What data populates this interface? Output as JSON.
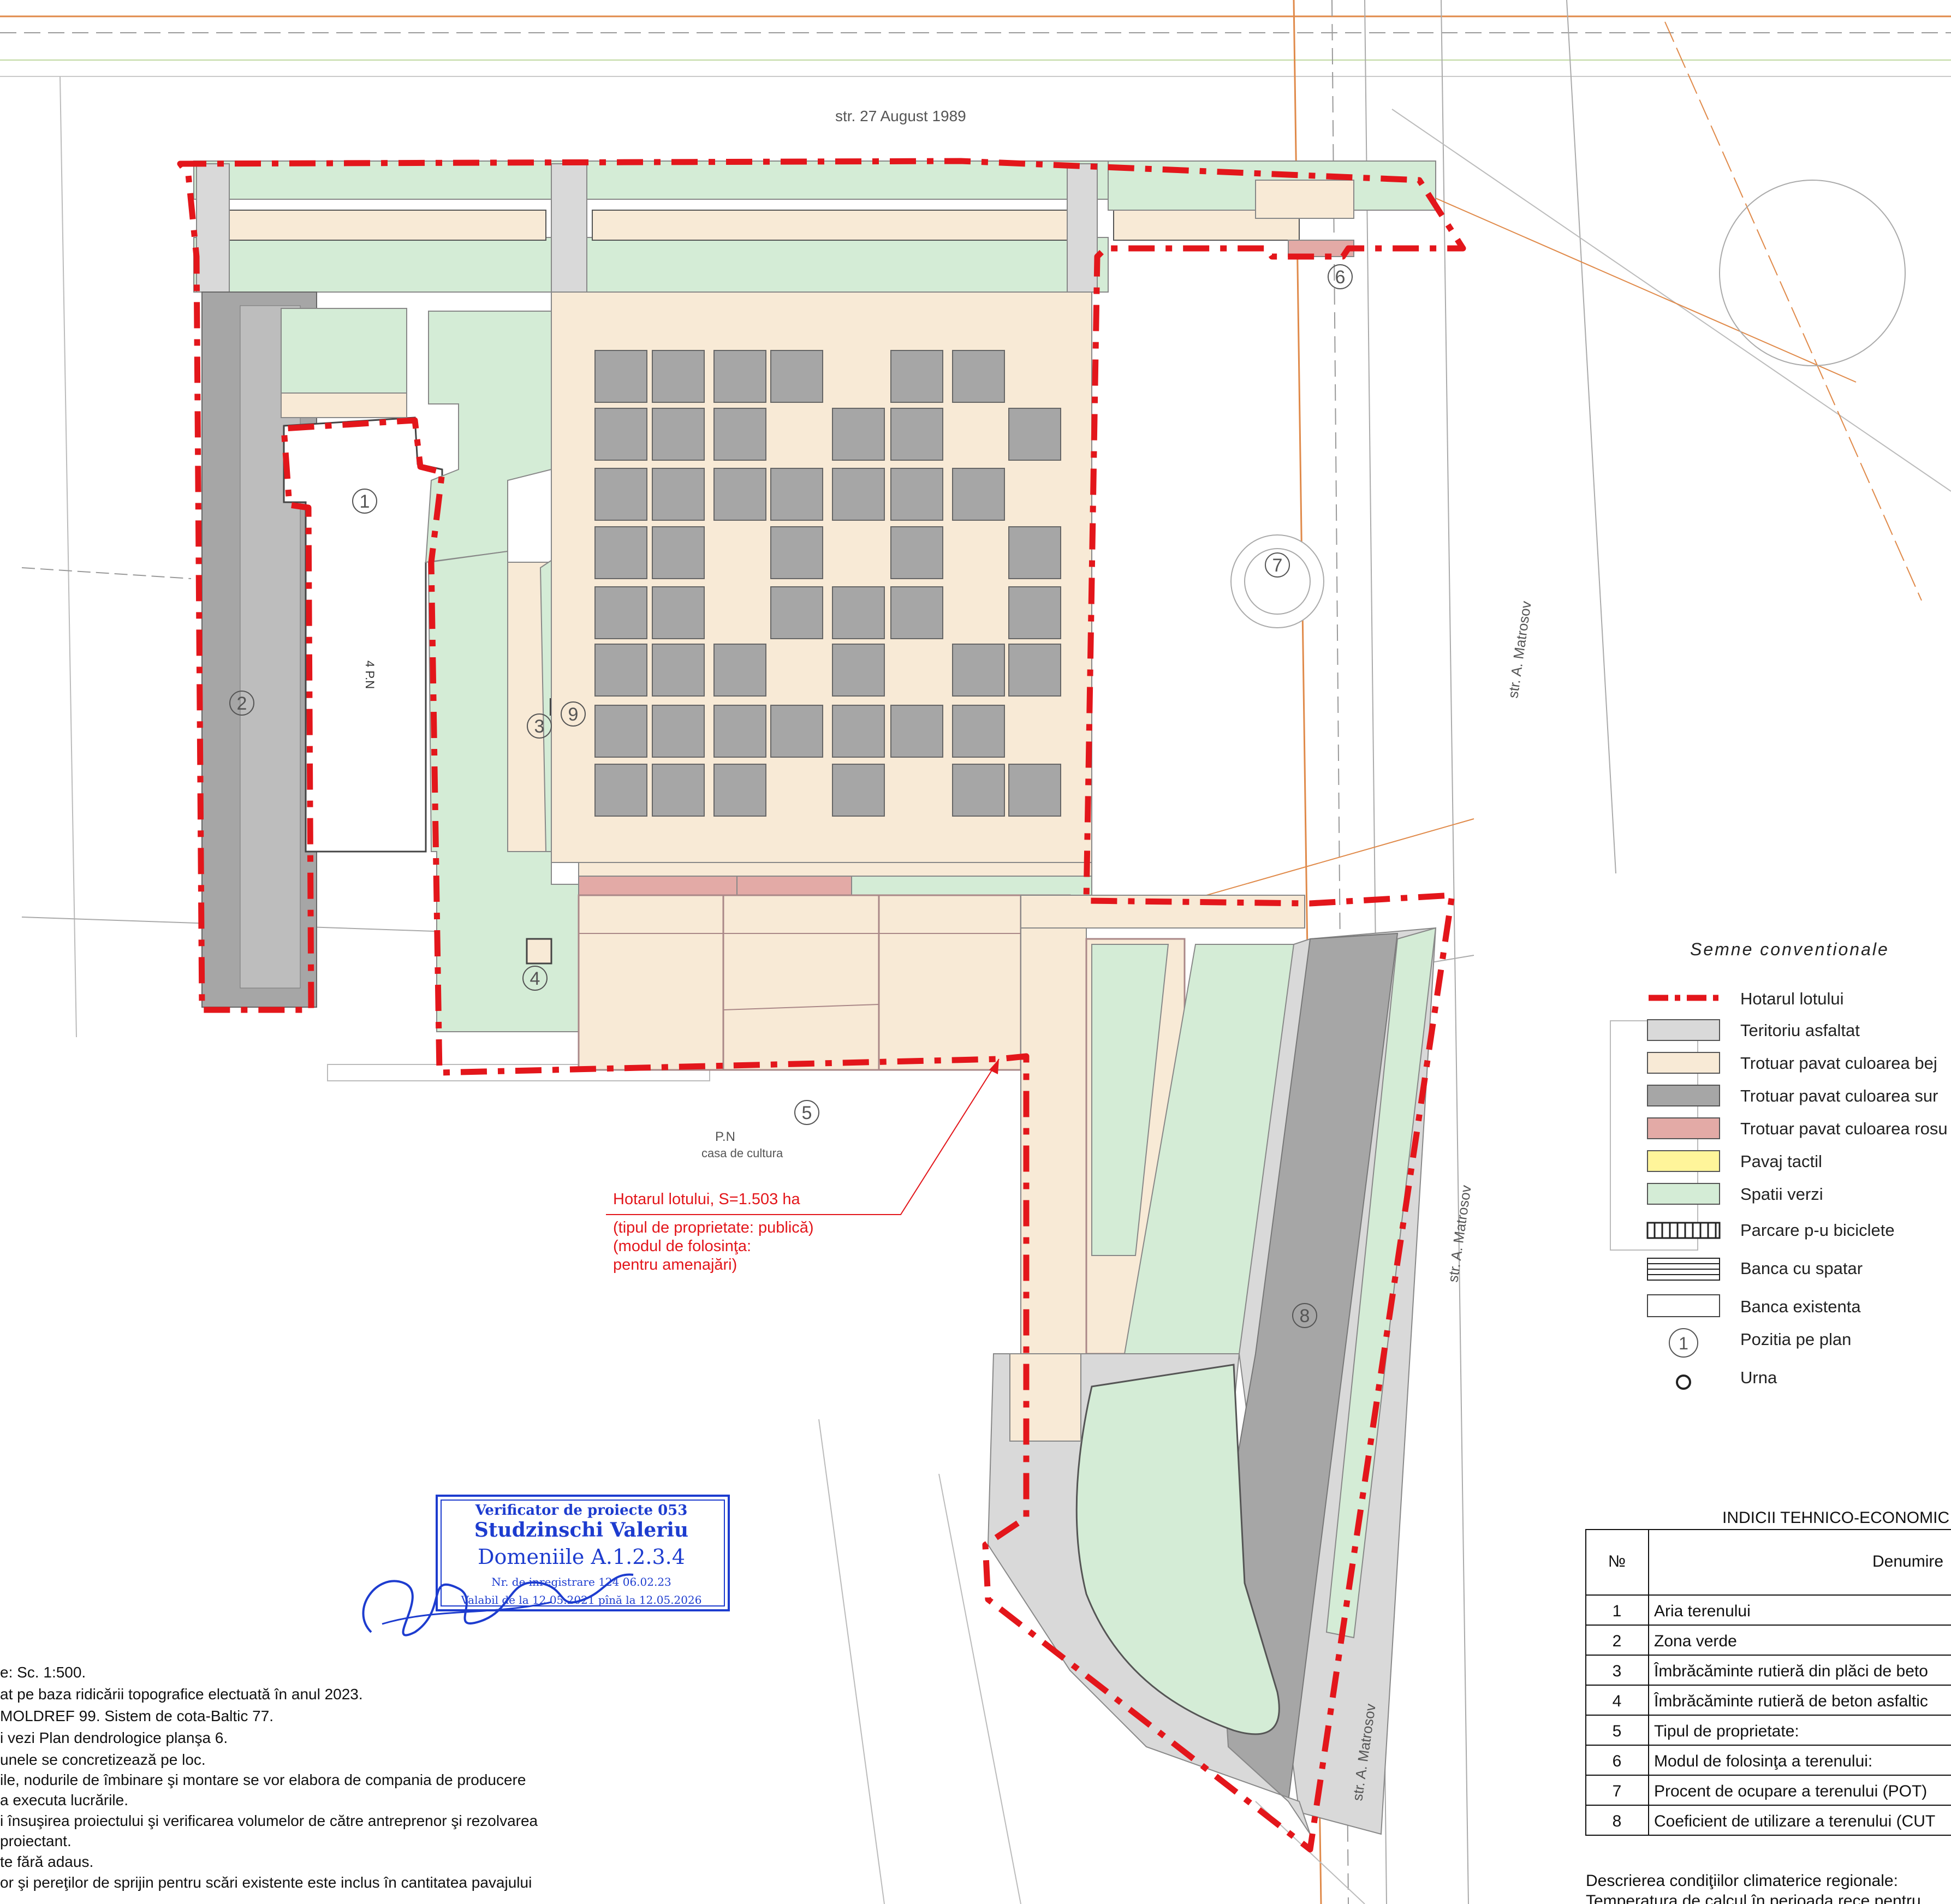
{
  "streets": {
    "north": "str. 27 August 1989",
    "east_1": "str. A. Matrosov",
    "east_2": "str. A. Matrosov",
    "east_3": "str. A. Matrosov"
  },
  "buildings": {
    "primaria_code": "4 P.N",
    "casa_code": "P.N",
    "casa_name": "casa de cultura"
  },
  "plan_positions": [
    "1",
    "2",
    "3",
    "4",
    "5",
    "6",
    "7",
    "8",
    "9"
  ],
  "lot_note": {
    "line1": "Hotarul lotului, S=1.503 ha",
    "line2": "(tipul de proprietate: publică)",
    "line3": "(modul de folosinţa:",
    "line4": "pentru amenajări)"
  },
  "legend": {
    "title": "Semne conventionale",
    "items": [
      {
        "label": "Hotarul lotului",
        "color": "#e3161b"
      },
      {
        "label": "Teritoriu asfaltat",
        "color": "#d9d9d9"
      },
      {
        "label": "Trotuar pavat culoarea bej",
        "color": "#f8ead6"
      },
      {
        "label": "Trotuar pavat culoarea sur",
        "color": "#a6a6a6"
      },
      {
        "label": "Trotuar pavat culoarea rosu",
        "color": "#e3aaa6"
      },
      {
        "label": "Pavaj tactil",
        "color": "#fff59a"
      },
      {
        "label": "Spatii verzi",
        "color": "#d4ecd6"
      },
      {
        "label": "Parcare p-u biciclete",
        "color": "#ffffff"
      },
      {
        "label": "Banca cu spatar",
        "color": "#ffffff"
      },
      {
        "label": "Banca existenta",
        "color": "#ffffff"
      },
      {
        "label": "Pozitia pe plan",
        "color": "#ffffff"
      },
      {
        "label": "Urna",
        "color": "#ffffff"
      }
    ]
  },
  "stamp": {
    "line1": "Verificator de proiecte 053",
    "line2": "Studzinschi Valeriu",
    "line3": "Domeniile A.1.2.3.4",
    "line4": "Nr. de inregistrare 124 06.02.23",
    "line5": "Valabil de la 12.05.2021 pînă la 12.05.2026"
  },
  "indicators": {
    "title": "INDICII TEHNICO-ECONOMIC",
    "col_no": "№",
    "col_name": "Denumire",
    "rows": [
      {
        "no": "1",
        "name": "Aria terenului"
      },
      {
        "no": "2",
        "name": "Zona verde"
      },
      {
        "no": "3",
        "name": "Îmbrăcăminte rutieră din plăci de beto"
      },
      {
        "no": "4",
        "name": "Îmbrăcăminte rutieră de beton asfaltic"
      },
      {
        "no": "5",
        "name": "Tipul de proprietate:"
      },
      {
        "no": "6",
        "name": "Modul de folosinţa a terenului:"
      },
      {
        "no": "7",
        "name": "Procent de ocupare a terenului (POT)"
      },
      {
        "no": "8",
        "name": "Coeficient de utilizare a terenului (CUT"
      }
    ]
  },
  "notes": [
    "e: Sc. 1:500.",
    "at pe baza ridicării topografice electuată în anul 2023.",
    "MOLDREF 99. Sistem de cota-Baltic 77.",
    "i vezi Plan dendrologice planşa 6.",
    "unele se concretizează pe loc.",
    "ile, nodurile de îmbinare şi montare se vor elabora de compania de producere",
    "a executa lucrările.",
    "i însuşirea proiectului şi verificarea volumelor de către antreprenor şi rezolvarea",
    "proiectant.",
    "te fără adaus.",
    "or şi pereţilor de sprijin pentru scări existente este inclus în cantitatea pavajului"
  ],
  "climate": {
    "line1": "Descrierea condiţiilor climaterice regionale:",
    "line2": "Temperatura de calcul în perioada rece pentru"
  }
}
